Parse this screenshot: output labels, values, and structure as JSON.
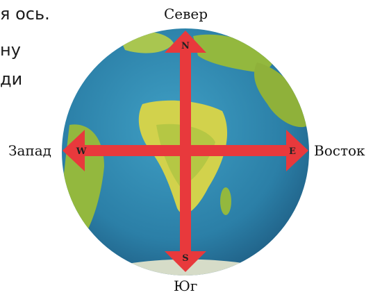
{
  "text_fragments": [
    "я ось.",
    "ну",
    "ди"
  ],
  "directions": {
    "north": "Север",
    "south": "Юг",
    "west": "Запад",
    "east": "Восток"
  },
  "arrow_letters": {
    "north": "N",
    "south": "S",
    "west": "W",
    "east": "E"
  },
  "colors": {
    "ocean": "#2b7fa7",
    "ocean_dark": "#1f5e84",
    "land": "#93b83e",
    "land_light": "#d2d24c",
    "arrow": "#e8393c"
  }
}
